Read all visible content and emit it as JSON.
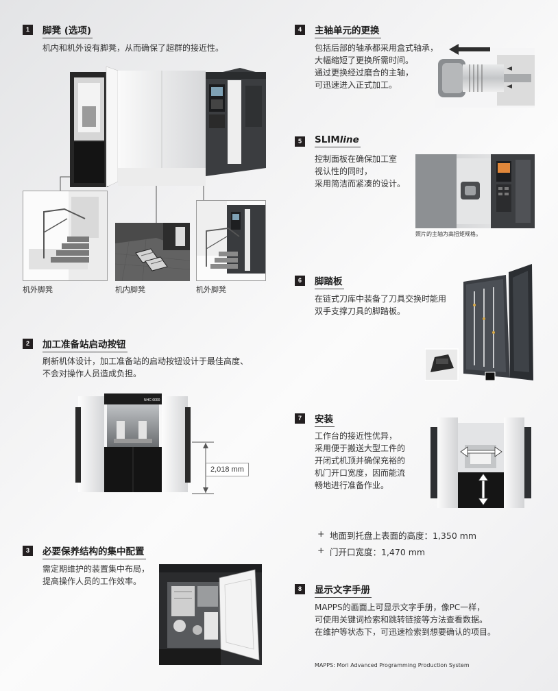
{
  "sections": [
    {
      "number": "1",
      "title": "脚凳 (选项)",
      "lines": [
        "机内和机外设有脚凳，从而确保了超群的接近性。"
      ],
      "captions": [
        "机外脚凳",
        "机内脚凳",
        "机外脚凳"
      ]
    },
    {
      "number": "2",
      "title": "加工准备站启动按钮",
      "lines": [
        "刷新机体设计，加工准备站的启动按钮设计于最佳高度、",
        "不会对操作人员造成负担。"
      ],
      "image_label": "NHC 6000",
      "dimension": "2,018 mm"
    },
    {
      "number": "3",
      "title": "必要保养结构的集中配置",
      "lines": [
        "需定期维护的装置集中布局，",
        "提高操作人员的工作效率。"
      ]
    },
    {
      "number": "4",
      "title": "主轴单元的更换",
      "lines": [
        "包括后部的轴承都采用盒式轴承，",
        "大幅缩短了更换所需时间。",
        "通过更换经过磨合的主轴，",
        "可迅速进入正式加工。"
      ]
    },
    {
      "number": "5",
      "title_main": "SLIM",
      "title_italic": "line",
      "lines": [
        "控制面板在确保加工室",
        "视认性的同时，",
        "采用简洁而紧凑的设计。"
      ],
      "caption": "照片的主轴为高扭矩规格。"
    },
    {
      "number": "6",
      "title": "脚踏板",
      "lines": [
        "在链式刀库中装备了刀具交换时能用",
        "双手支撑刀具的脚踏板。"
      ]
    },
    {
      "number": "7",
      "title": "安装",
      "lines": [
        "工作台的接近性优异，",
        "采用便于搬送大型工件的",
        "开闭式机顶并确保充裕的",
        "机门开口宽度，因而能流",
        "畅地进行准备作业。"
      ],
      "bullets": [
        {
          "marker": "+",
          "text": "地面到托盘上表面的高度：1,350 mm"
        },
        {
          "marker": "+",
          "text": "门开口宽度：1,470 mm"
        }
      ]
    },
    {
      "number": "8",
      "title": "显示文字手册",
      "lines": [
        "MAPPS的画面上可显示文字手册，像PC一样，",
        "可使用关键词检索和跳转链接等方法查看数据。",
        "在维护等状态下，可迅速检索到想要确认的项目。"
      ]
    }
  ],
  "footnote": "MAPPS: Mori Advanced Programming Production System",
  "colors": {
    "text": "#2b2b2b",
    "number_box": "#231f20",
    "machine_dark": "#3b3d40",
    "machine_white": "#f4f4f4"
  }
}
